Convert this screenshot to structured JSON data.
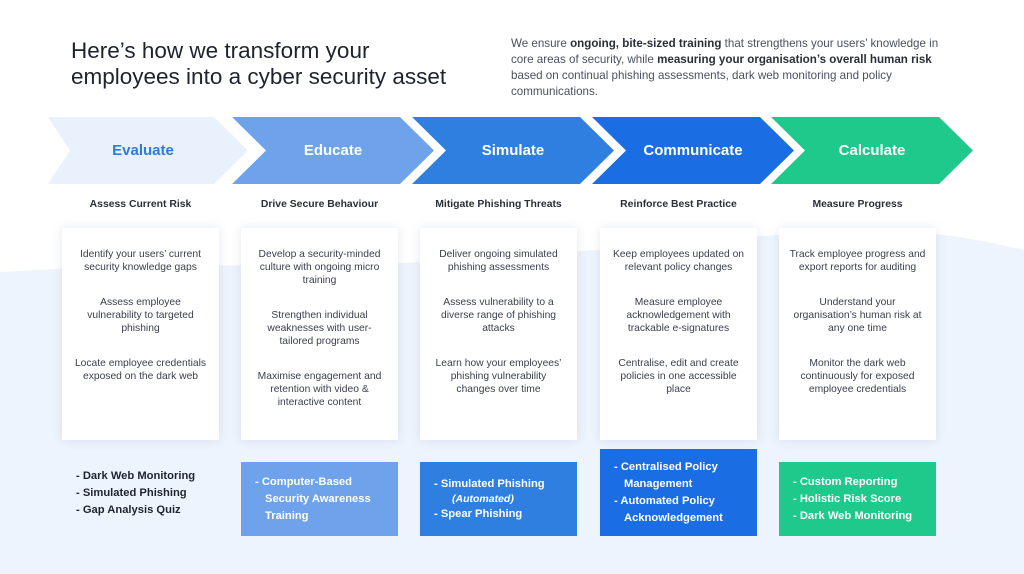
{
  "headline": {
    "line1": "Here’s how we transform your",
    "line2": "employees into a cyber security asset"
  },
  "intro": {
    "t1": "We ensure ",
    "b1": "ongoing, bite-sized training",
    "t2": " that strengthens your users’ knowledge in core areas of security, while ",
    "b2": "measuring your organisation’s overall human risk",
    "t3": " based on continual phishing assessments, dark web monitoring and policy communications."
  },
  "colors": {
    "evaluate": "#e8f1fc",
    "educate": "#6ea3eb",
    "simulate": "#2f7fe0",
    "communicate": "#1a6de3",
    "calculate": "#1ec98b",
    "evaluate_text": "#2e7be0"
  },
  "steps": [
    {
      "title": "Evaluate",
      "label": "Assess Current Risk",
      "items": [
        "Identify your users’ current security knowledge gaps",
        "Assess employee vulnerability to targeted phishing",
        "Locate employee credentials exposed on the dark web"
      ],
      "products": [
        "- Dark Web Monitoring",
        "- Simulated Phishing",
        "- Gap Analysis Quiz"
      ]
    },
    {
      "title": "Educate",
      "label": "Drive Secure Behaviour",
      "items": [
        "Develop a security-minded culture with ongoing micro training",
        "Strengthen individual weaknesses with user-tailored programs",
        "Maximise engagement and retention with video & interactive content"
      ],
      "products": [
        "- Computer-Based",
        "Security Awareness",
        "Training"
      ]
    },
    {
      "title": "Simulate",
      "label": "Mitigate Phishing Threats",
      "items": [
        "Deliver ongoing simulated phishing assessments",
        "Assess vulnerability to a diverse range of phishing attacks",
        "Learn how your employees’ phishing vulnerability changes over time"
      ],
      "products": [
        "- Simulated Phishing",
        "(Automated)",
        "- Spear Phishing"
      ]
    },
    {
      "title": "Communicate",
      "label": "Reinforce Best Practice",
      "items": [
        "Keep employees updated on relevant policy changes",
        "Measure employee acknowledgement with trackable e-signatures",
        "Centralise, edit and create policies in one accessible place"
      ],
      "products": [
        "- Centralised Policy",
        "Management",
        "- Automated Policy",
        "Acknowledgement"
      ]
    },
    {
      "title": "Calculate",
      "label": "Measure Progress",
      "items": [
        "Track employee progress and export reports for auditing",
        "Understand your organisation’s human risk at any one time",
        "Monitor the dark web continuously for exposed employee credentials"
      ],
      "products": [
        "- Custom Reporting",
        "- Holistic Risk Score",
        "- Dark Web Monitoring"
      ]
    }
  ]
}
